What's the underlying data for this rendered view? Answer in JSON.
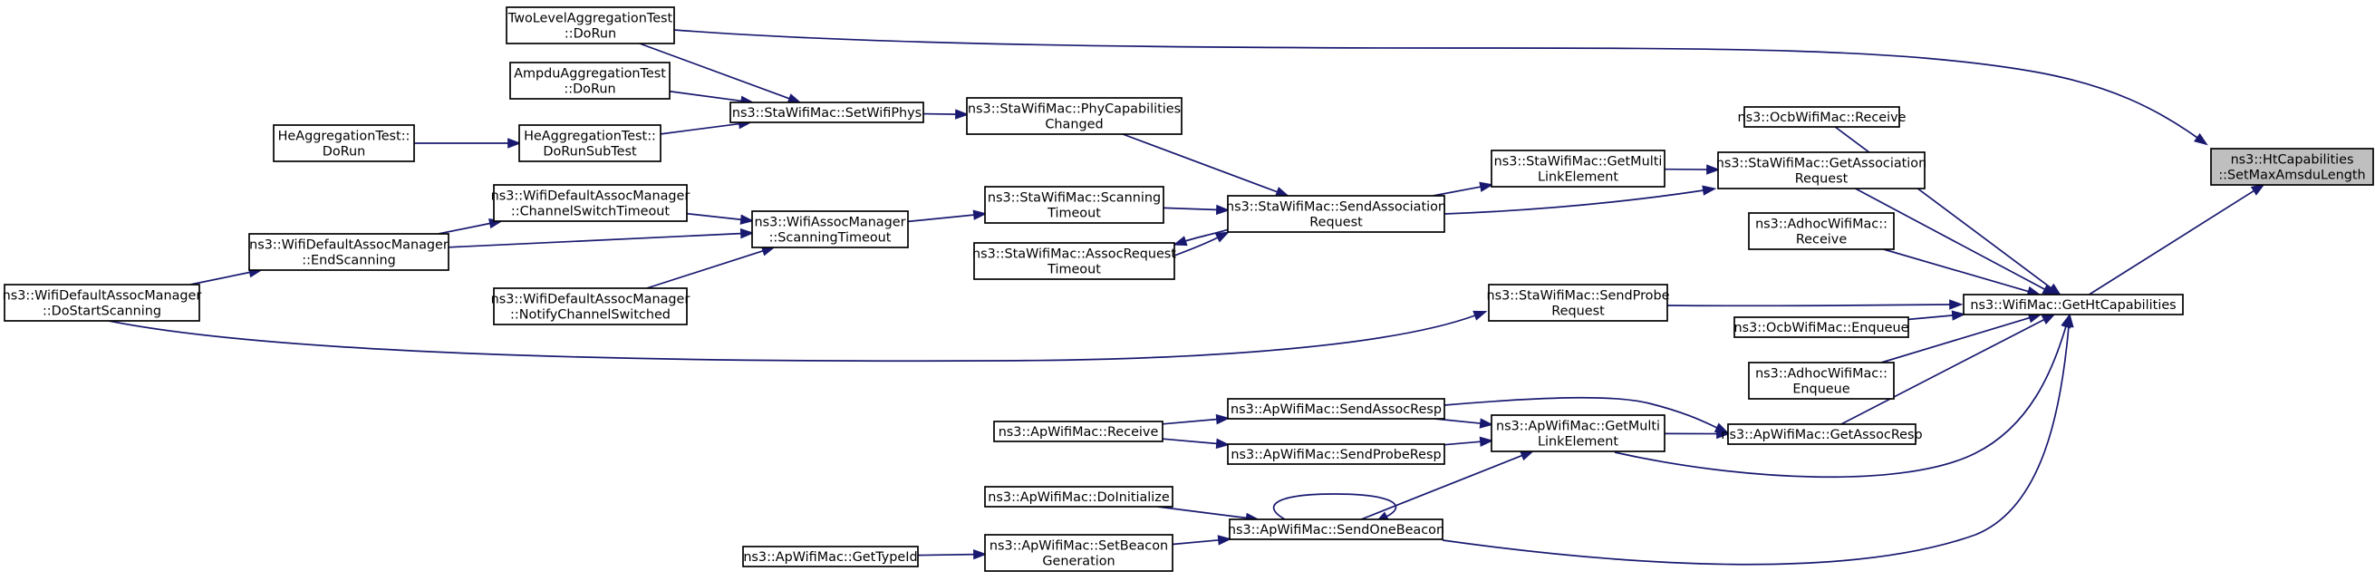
{
  "graph": {
    "direction": "right-to-left",
    "colors": {
      "edge": "#191970",
      "node_border": "#000000",
      "node_fill": "#ffffff",
      "root_fill": "#bfbfbf"
    },
    "nodes": [
      {
        "id": "root",
        "lines": [
          "ns3::HtCapabilities",
          "::SetMaxAmsduLength"
        ],
        "root": true
      },
      {
        "id": "twolevel",
        "lines": [
          "TwoLevelAggregationTest",
          "::DoRun"
        ]
      },
      {
        "id": "ampdu",
        "lines": [
          "AmpduAggregationTest",
          "::DoRun"
        ]
      },
      {
        "id": "hedorun",
        "lines": [
          "HeAggregationTest::",
          "DoRun"
        ]
      },
      {
        "id": "hesub",
        "lines": [
          "HeAggregationTest::",
          "DoRunSubTest"
        ]
      },
      {
        "id": "setwifiphys",
        "lines": [
          "ns3::StaWifiMac::SetWifiPhys"
        ]
      },
      {
        "id": "phycap",
        "lines": [
          "ns3::StaWifiMac::PhyCapabilities",
          "Changed"
        ]
      },
      {
        "id": "chanswitch",
        "lines": [
          "ns3::WifiDefaultAssocManager",
          "::ChannelSwitchTimeout"
        ]
      },
      {
        "id": "endscan",
        "lines": [
          "ns3::WifiDefaultAssocManager",
          "::EndScanning"
        ]
      },
      {
        "id": "notify",
        "lines": [
          "ns3::WifiDefaultAssocManager",
          "::NotifyChannelSwitched"
        ]
      },
      {
        "id": "dostart",
        "lines": [
          "ns3::WifiDefaultAssocManager",
          "::DoStartScanning"
        ]
      },
      {
        "id": "scantimeout",
        "lines": [
          "ns3::WifiAssocManager",
          "::ScanningTimeout"
        ]
      },
      {
        "id": "stascan",
        "lines": [
          "ns3::StaWifiMac::Scanning",
          "Timeout"
        ]
      },
      {
        "id": "assocreqtimeout",
        "lines": [
          "ns3::StaWifiMac::AssocRequest",
          "Timeout"
        ]
      },
      {
        "id": "sendassocreq",
        "lines": [
          "ns3::StaWifiMac::SendAssociation",
          "Request"
        ]
      },
      {
        "id": "stagetmulti",
        "lines": [
          "ns3::StaWifiMac::GetMulti",
          "LinkElement"
        ]
      },
      {
        "id": "stagetassocreq",
        "lines": [
          "ns3::StaWifiMac::GetAssociation",
          "Request"
        ]
      },
      {
        "id": "ocbrecv",
        "lines": [
          "ns3::OcbWifiMac::Receive"
        ]
      },
      {
        "id": "adhocrecv",
        "lines": [
          "ns3::AdhocWifiMac::",
          "Receive"
        ]
      },
      {
        "id": "sendprobe",
        "lines": [
          "ns3::StaWifiMac::SendProbe",
          "Request"
        ]
      },
      {
        "id": "ocbenq",
        "lines": [
          "ns3::OcbWifiMac::Enqueue"
        ]
      },
      {
        "id": "adhocenq",
        "lines": [
          "ns3::AdhocWifiMac::",
          "Enqueue"
        ]
      },
      {
        "id": "gethtcap",
        "lines": [
          "ns3::WifiMac::GetHtCapabilities"
        ]
      },
      {
        "id": "aprecv",
        "lines": [
          "ns3::ApWifiMac::Receive"
        ]
      },
      {
        "id": "sendassocresp",
        "lines": [
          "ns3::ApWifiMac::SendAssocResp"
        ]
      },
      {
        "id": "sendproberesp",
        "lines": [
          "ns3::ApWifiMac::SendProbeResp"
        ]
      },
      {
        "id": "apgetmulti",
        "lines": [
          "ns3::ApWifiMac::GetMulti",
          "LinkElement"
        ]
      },
      {
        "id": "getassocresp",
        "lines": [
          "ns3::ApWifiMac::GetAssocResp"
        ]
      },
      {
        "id": "doinit",
        "lines": [
          "ns3::ApWifiMac::DoInitialize"
        ]
      },
      {
        "id": "sendbeacon",
        "lines": [
          "ns3::ApWifiMac::SendOneBeacon"
        ]
      },
      {
        "id": "gettypeid",
        "lines": [
          "ns3::ApWifiMac::GetTypeId"
        ]
      },
      {
        "id": "setbeacon",
        "lines": [
          "ns3::ApWifiMac::SetBeacon",
          "Generation"
        ]
      }
    ],
    "edges": [
      {
        "from": "twolevel",
        "to": "root"
      },
      {
        "from": "twolevel",
        "to": "setwifiphys"
      },
      {
        "from": "ampdu",
        "to": "setwifiphys"
      },
      {
        "from": "hedorun",
        "to": "hesub"
      },
      {
        "from": "hesub",
        "to": "setwifiphys"
      },
      {
        "from": "setwifiphys",
        "to": "phycap"
      },
      {
        "from": "phycap",
        "to": "sendassocreq"
      },
      {
        "from": "endscan",
        "to": "chanswitch"
      },
      {
        "from": "endscan",
        "to": "scantimeout"
      },
      {
        "from": "dostart",
        "to": "endscan"
      },
      {
        "from": "dostart",
        "to": "sendprobe"
      },
      {
        "from": "chanswitch",
        "to": "scantimeout"
      },
      {
        "from": "notify",
        "to": "scantimeout"
      },
      {
        "from": "scantimeout",
        "to": "stascan"
      },
      {
        "from": "stascan",
        "to": "sendassocreq"
      },
      {
        "from": "assocreqtimeout",
        "to": "sendassocreq"
      },
      {
        "from": "sendassocreq",
        "to": "assocreqtimeout"
      },
      {
        "from": "sendassocreq",
        "to": "stagetmulti"
      },
      {
        "from": "sendassocreq",
        "to": "stagetassocreq"
      },
      {
        "from": "stagetmulti",
        "to": "stagetassocreq"
      },
      {
        "from": "stagetassocreq",
        "to": "gethtcap"
      },
      {
        "from": "ocbrecv",
        "to": "gethtcap"
      },
      {
        "from": "adhocrecv",
        "to": "gethtcap"
      },
      {
        "from": "sendprobe",
        "to": "gethtcap"
      },
      {
        "from": "ocbenq",
        "to": "gethtcap"
      },
      {
        "from": "adhocenq",
        "to": "gethtcap"
      },
      {
        "from": "gethtcap",
        "to": "root"
      },
      {
        "from": "aprecv",
        "to": "sendassocresp"
      },
      {
        "from": "aprecv",
        "to": "sendproberesp"
      },
      {
        "from": "sendassocresp",
        "to": "apgetmulti"
      },
      {
        "from": "sendassocresp",
        "to": "getassocresp"
      },
      {
        "from": "sendproberesp",
        "to": "apgetmulti"
      },
      {
        "from": "apgetmulti",
        "to": "getassocresp"
      },
      {
        "from": "apgetmulti",
        "to": "gethtcap"
      },
      {
        "from": "getassocresp",
        "to": "gethtcap"
      },
      {
        "from": "sendbeacon",
        "to": "apgetmulti"
      },
      {
        "from": "sendbeacon",
        "to": "sendbeacon"
      },
      {
        "from": "sendbeacon",
        "to": "gethtcap"
      },
      {
        "from": "doinit",
        "to": "sendbeacon"
      },
      {
        "from": "setbeacon",
        "to": "sendbeacon"
      },
      {
        "from": "gettypeid",
        "to": "setbeacon"
      }
    ]
  }
}
